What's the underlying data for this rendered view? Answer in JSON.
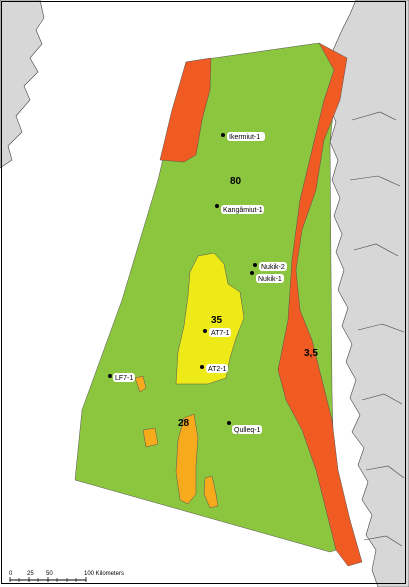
{
  "colors": {
    "sea": "#ffffff",
    "land": "#d7d7d7",
    "coast": "#444444",
    "green": "#8cc63f",
    "red": "#f05a23",
    "yellow": "#eeea17",
    "orange": "#f7ab1c"
  },
  "zone_labels": {
    "z80": "80",
    "z35": "35",
    "z28": "28",
    "z35b": "3,5"
  },
  "wells": [
    {
      "name": "Ikermiut-1"
    },
    {
      "name": "Kangâmiut-1"
    },
    {
      "name": "Nukik-2"
    },
    {
      "name": "Nukik-1"
    },
    {
      "name": "AT7-1"
    },
    {
      "name": "AT2-1"
    },
    {
      "name": "LF7-1"
    },
    {
      "name": "Qulleq-1"
    }
  ],
  "scale": {
    "ticks": [
      "0",
      "25",
      "50",
      "100 Kilometers"
    ]
  }
}
